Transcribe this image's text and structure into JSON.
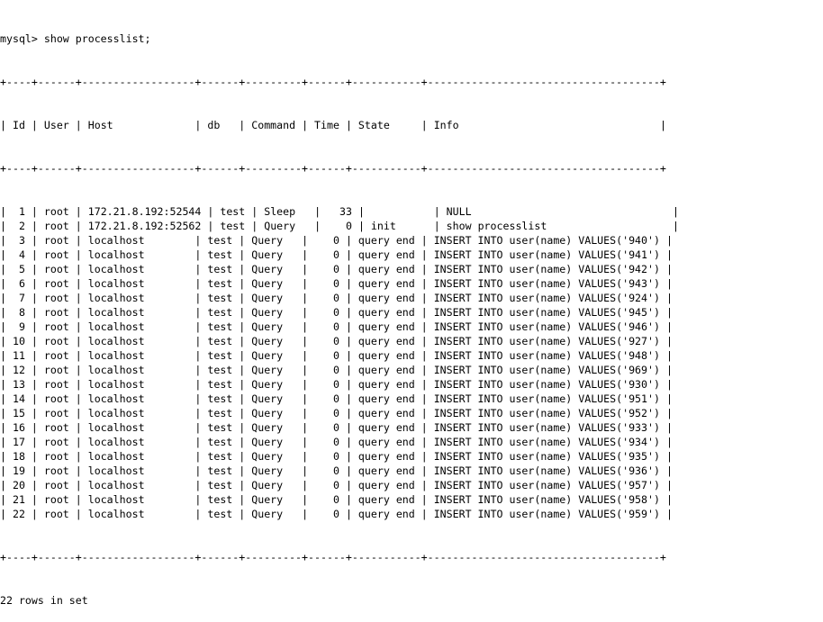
{
  "terminal": {
    "command_line": "mysql> show processlist;",
    "border_line": "+----+------+------------------+------+---------+------+-----------+-------------------------------------+",
    "header": [
      "Id",
      "User",
      "Host",
      "db",
      "Command",
      "Time",
      "State",
      "Info"
    ],
    "rows": [
      [
        "1",
        "root",
        "172.21.8.192:52544",
        "test",
        "Sleep",
        "33",
        "",
        "NULL"
      ],
      [
        "2",
        "root",
        "172.21.8.192:52562",
        "test",
        "Query",
        "0",
        "init",
        "show processlist"
      ],
      [
        "3",
        "root",
        "localhost",
        "test",
        "Query",
        "0",
        "query end",
        "INSERT INTO user(name) VALUES('940')"
      ],
      [
        "4",
        "root",
        "localhost",
        "test",
        "Query",
        "0",
        "query end",
        "INSERT INTO user(name) VALUES('941')"
      ],
      [
        "5",
        "root",
        "localhost",
        "test",
        "Query",
        "0",
        "query end",
        "INSERT INTO user(name) VALUES('942')"
      ],
      [
        "6",
        "root",
        "localhost",
        "test",
        "Query",
        "0",
        "query end",
        "INSERT INTO user(name) VALUES('943')"
      ],
      [
        "7",
        "root",
        "localhost",
        "test",
        "Query",
        "0",
        "query end",
        "INSERT INTO user(name) VALUES('924')"
      ],
      [
        "8",
        "root",
        "localhost",
        "test",
        "Query",
        "0",
        "query end",
        "INSERT INTO user(name) VALUES('945')"
      ],
      [
        "9",
        "root",
        "localhost",
        "test",
        "Query",
        "0",
        "query end",
        "INSERT INTO user(name) VALUES('946')"
      ],
      [
        "10",
        "root",
        "localhost",
        "test",
        "Query",
        "0",
        "query end",
        "INSERT INTO user(name) VALUES('927')"
      ],
      [
        "11",
        "root",
        "localhost",
        "test",
        "Query",
        "0",
        "query end",
        "INSERT INTO user(name) VALUES('948')"
      ],
      [
        "12",
        "root",
        "localhost",
        "test",
        "Query",
        "0",
        "query end",
        "INSERT INTO user(name) VALUES('969')"
      ],
      [
        "13",
        "root",
        "localhost",
        "test",
        "Query",
        "0",
        "query end",
        "INSERT INTO user(name) VALUES('930')"
      ],
      [
        "14",
        "root",
        "localhost",
        "test",
        "Query",
        "0",
        "query end",
        "INSERT INTO user(name) VALUES('951')"
      ],
      [
        "15",
        "root",
        "localhost",
        "test",
        "Query",
        "0",
        "query end",
        "INSERT INTO user(name) VALUES('952')"
      ],
      [
        "16",
        "root",
        "localhost",
        "test",
        "Query",
        "0",
        "query end",
        "INSERT INTO user(name) VALUES('933')"
      ],
      [
        "17",
        "root",
        "localhost",
        "test",
        "Query",
        "0",
        "query end",
        "INSERT INTO user(name) VALUES('934')"
      ],
      [
        "18",
        "root",
        "localhost",
        "test",
        "Query",
        "0",
        "query end",
        "INSERT INTO user(name) VALUES('935')"
      ],
      [
        "19",
        "root",
        "localhost",
        "test",
        "Query",
        "0",
        "query end",
        "INSERT INTO user(name) VALUES('936')"
      ],
      [
        "20",
        "root",
        "localhost",
        "test",
        "Query",
        "0",
        "query end",
        "INSERT INTO user(name) VALUES('957')"
      ],
      [
        "21",
        "root",
        "localhost",
        "test",
        "Query",
        "0",
        "query end",
        "INSERT INTO user(name) VALUES('958')"
      ],
      [
        "22",
        "root",
        "localhost",
        "test",
        "Query",
        "0",
        "query end",
        "INSERT INTO user(name) VALUES('959')"
      ]
    ],
    "footer": "22 rows in set"
  }
}
